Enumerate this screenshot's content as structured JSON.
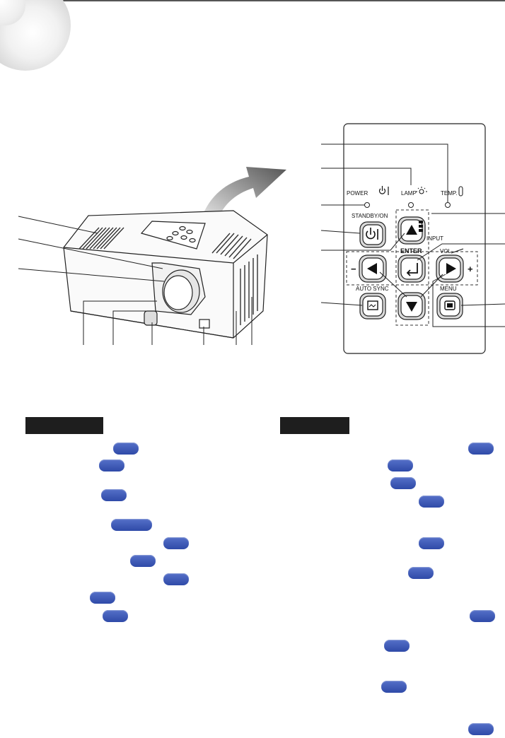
{
  "remote": {
    "power_label": "POWER",
    "lamp_label": "LAMP",
    "temp_label": "TEMP.",
    "standby_label": "STANDBY/ON",
    "input_label": "INPUT",
    "enter_label": "ENTER",
    "vol_label": "VOL",
    "minus_label": "−",
    "plus_label": "+",
    "autosync_label": "AUTO SYNC",
    "menu_label": "MENU"
  },
  "icons": [
    "corner-disc",
    "curved-arrow-icon",
    "power-icon",
    "lamp-icon",
    "thermometer-icon",
    "input-icon",
    "up-arrow-icon",
    "down-arrow-icon",
    "left-arrow-icon",
    "right-arrow-icon",
    "enter-icon",
    "autosync-icon",
    "menu-icon"
  ],
  "colors": {
    "page_ref_badge": "#3a55b4",
    "section_header": "#1e1e1e"
  }
}
